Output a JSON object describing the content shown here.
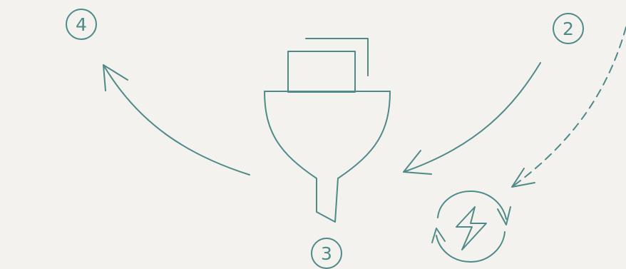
{
  "colors": {
    "background": "#f4f2ee",
    "stroke": "#4e8a87"
  },
  "steps": [
    {
      "label": "4"
    },
    {
      "label": "2"
    },
    {
      "label": "3"
    }
  ],
  "icons": {
    "funnel": "funnel-with-cards-icon",
    "refresh": "refresh-lightning-icon"
  }
}
